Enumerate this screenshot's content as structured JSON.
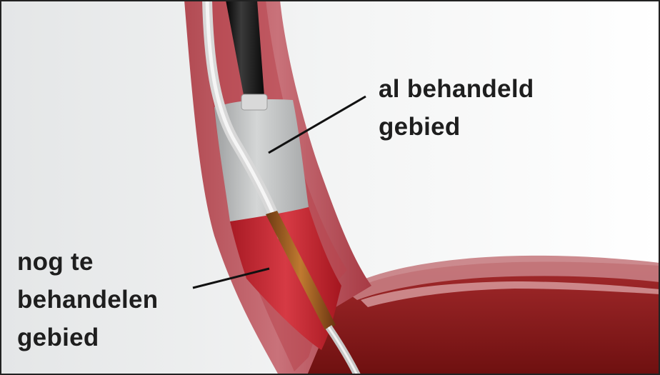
{
  "labels": {
    "treated": [
      "al behandeld",
      "gebied"
    ],
    "untreated": [
      "nog te",
      "behandelen",
      "gebied"
    ]
  },
  "colors": {
    "tissue": "#a8303b",
    "tissue_light": "#c97c80",
    "treated_zone": "#b8bbbc",
    "untreated_zone": "#c0242f",
    "stomach": "#7a1414",
    "endoscope": "#1c1c1c",
    "catheter": "#9a5a22",
    "label_text": "#1e1e1e"
  }
}
